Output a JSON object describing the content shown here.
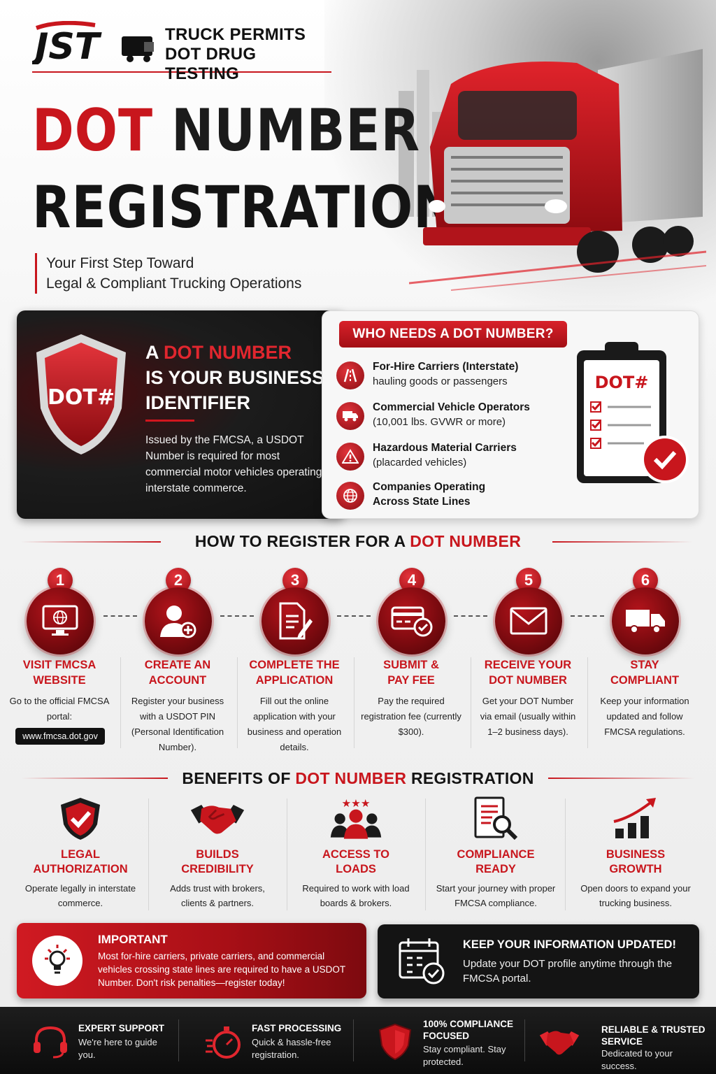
{
  "brand": {
    "logo_text": "JST",
    "line1": "TRUCK PERMITS",
    "line2": "DOT DRUG TESTING"
  },
  "hero": {
    "title_red": "DOT",
    "title_black": "NUMBER",
    "title_line2": "REGISTRATION",
    "subtitle_line1": "Your First Step Toward",
    "subtitle_line2": "Legal & Compliant Trucking Operations"
  },
  "identifier": {
    "shield_label": "DOT#",
    "head_a": "A",
    "head_red": "DOT NUMBER",
    "head_line2": "IS YOUR BUSINESS",
    "head_line3": "IDENTIFIER",
    "body": "Issued by the FMCSA, a USDOT Number is required for most commercial motor vehicles operating in interstate commerce."
  },
  "who": {
    "title": "WHO NEEDS A DOT NUMBER?",
    "items": [
      {
        "title": "For-Hire Carriers (Interstate)",
        "desc": "hauling goods or passengers",
        "icon": "highway-icon"
      },
      {
        "title": "Commercial Vehicle Operators",
        "desc": "(10,001 lbs. GVWR or more)",
        "icon": "truck-icon"
      },
      {
        "title": "Hazardous Material Carriers",
        "desc": "(placarded vehicles)",
        "icon": "warning-icon"
      },
      {
        "title": "Companies Operating",
        "desc": "Across State Lines",
        "icon": "globe-icon"
      }
    ],
    "clipboard_label": "DOT#"
  },
  "register": {
    "heading_black": "HOW TO REGISTER FOR A",
    "heading_red": "DOT NUMBER",
    "steps": [
      {
        "num": "1",
        "title1": "VISIT FMCSA",
        "title2": "WEBSITE",
        "desc": "Go to the official FMCSA portal:",
        "icon": "monitor-globe-icon"
      },
      {
        "num": "2",
        "title1": "CREATE AN",
        "title2": "ACCOUNT",
        "desc": "Register your business with a USDOT PIN (Personal Identification Number).",
        "icon": "add-user-icon"
      },
      {
        "num": "3",
        "title1": "COMPLETE THE",
        "title2": "APPLICATION",
        "desc": "Fill out the online application with your business and operation details.",
        "icon": "document-pen-icon"
      },
      {
        "num": "4",
        "title1": "SUBMIT &",
        "title2": "PAY FEE",
        "desc": "Pay the required registration fee (currently $300).",
        "icon": "card-check-icon"
      },
      {
        "num": "5",
        "title1": "RECEIVE YOUR",
        "title2": "DOT NUMBER",
        "desc": "Get your DOT Number via email (usually within 1–2 business days).",
        "icon": "envelope-icon"
      },
      {
        "num": "6",
        "title1": "STAY",
        "title2": "COMPLIANT",
        "desc": "Keep your information updated and follow FMCSA regulations.",
        "icon": "truck-icon"
      }
    ],
    "url": "www.fmcsa.dot.gov"
  },
  "benefits": {
    "heading_a": "BENEFITS OF",
    "heading_red": "DOT NUMBER",
    "heading_b": "REGISTRATION",
    "items": [
      {
        "title1": "LEGAL",
        "title2": "AUTHORIZATION",
        "desc": "Operate legally in interstate commerce.",
        "icon": "shield-check-icon"
      },
      {
        "title1": "BUILDS",
        "title2": "CREDIBILITY",
        "desc": "Adds trust with brokers, clients & partners.",
        "icon": "handshake-icon"
      },
      {
        "title1": "ACCESS TO",
        "title2": "LOADS",
        "desc": "Required to work with load boards & brokers.",
        "icon": "people-stars-icon"
      },
      {
        "title1": "COMPLIANCE",
        "title2": "READY",
        "desc": "Start your journey with proper FMCSA compliance.",
        "icon": "document-search-icon"
      },
      {
        "title1": "BUSINESS",
        "title2": "GROWTH",
        "desc": "Open doors to expand your trucking business.",
        "icon": "growth-chart-icon"
      }
    ]
  },
  "important": {
    "title": "IMPORTANT",
    "body": "Most for-hire carriers, private carriers, and commercial vehicles crossing state lines are required to have a USDOT Number. Don't risk penalties—register today!"
  },
  "keep_updated": {
    "title": "KEEP YOUR INFORMATION UPDATED!",
    "body": "Update your DOT profile anytime through the FMCSA portal."
  },
  "footer": {
    "items": [
      {
        "title": "EXPERT SUPPORT",
        "desc": "We're here to guide you.",
        "icon": "headset-icon"
      },
      {
        "title": "FAST PROCESSING",
        "desc": "Quick & hassle-free registration.",
        "icon": "stopwatch-icon"
      },
      {
        "title": "100% COMPLIANCE FOCUSED",
        "desc": "Stay compliant. Stay protected.",
        "icon": "shield-icon"
      },
      {
        "title": "RELIABLE & TRUSTED SERVICE",
        "desc": "Dedicated to your success.",
        "icon": "handshake-icon"
      }
    ]
  },
  "colors": {
    "brand_red": "#c8161d",
    "dark": "#141414",
    "light_panel": "#f7f7f7"
  }
}
